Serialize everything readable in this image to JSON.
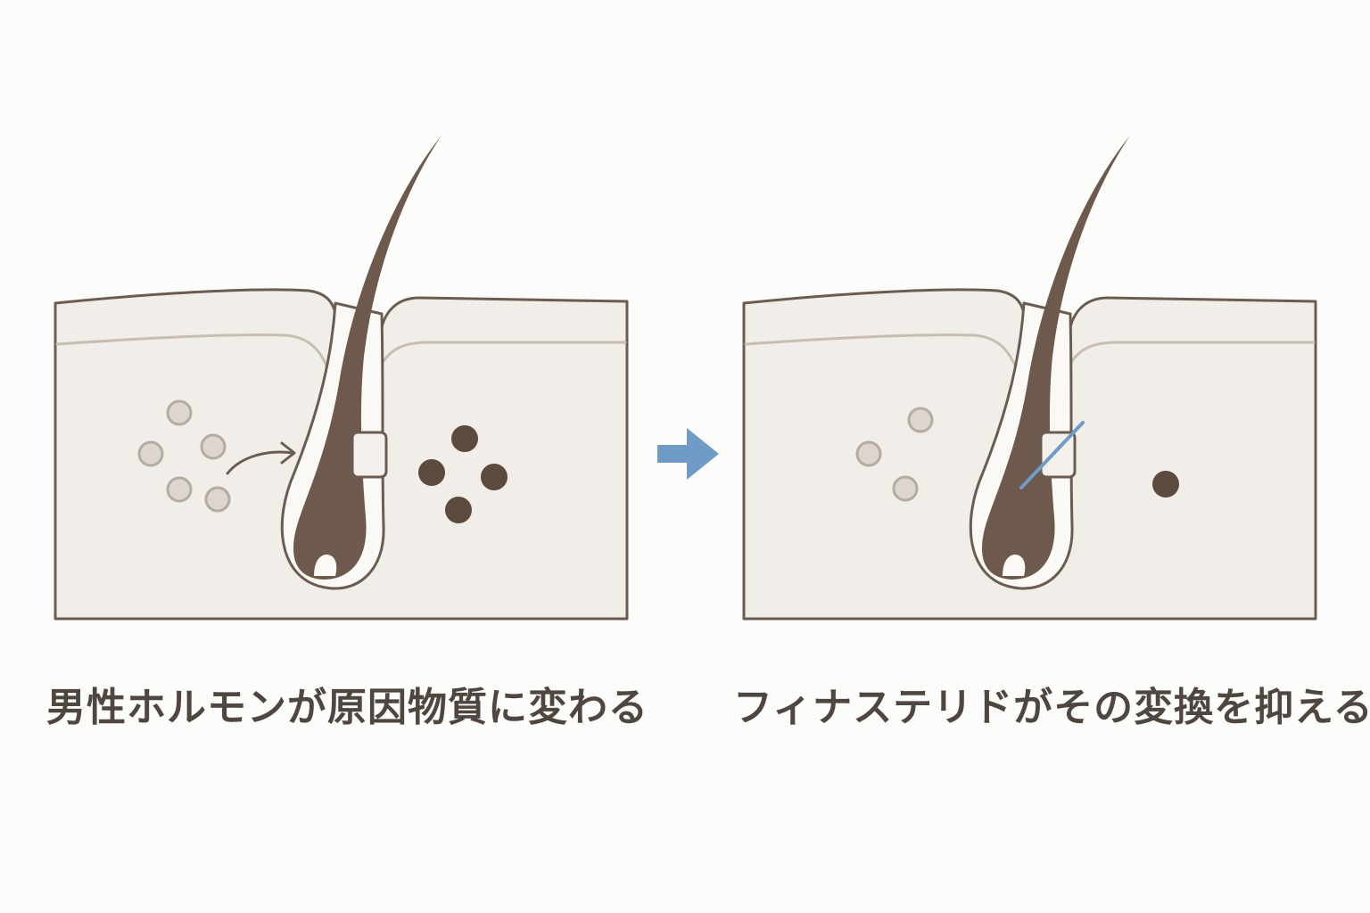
{
  "captions": {
    "left": "男性ホルモンが原因物質に変わる",
    "right": "フィナステリドがその変換を抑える"
  },
  "colors": {
    "background": "#fcfcfb",
    "skin": "#f1ede8",
    "outline": "#6b5c52",
    "skin_line": "#c8bdb3",
    "hair": "#6e5a4c",
    "hormone_light": "#ddd6cf",
    "hormone_light_stroke": "#b5aba1",
    "hormone_dark": "#5c4a3e",
    "inhibitor_blue": "#6f9bc6",
    "text": "#4f4640"
  },
  "panels": {
    "left": {
      "label": "before",
      "light_molecule_count": 5,
      "dark_molecule_count": 4,
      "has_conversion_arrow": true,
      "has_inhibitor_line": false
    },
    "right": {
      "label": "after",
      "light_molecule_count": 3,
      "dark_molecule_count": 1,
      "has_conversion_arrow": false,
      "has_inhibitor_line": true
    }
  },
  "transition_arrow": {
    "icon": "right-arrow-icon"
  }
}
